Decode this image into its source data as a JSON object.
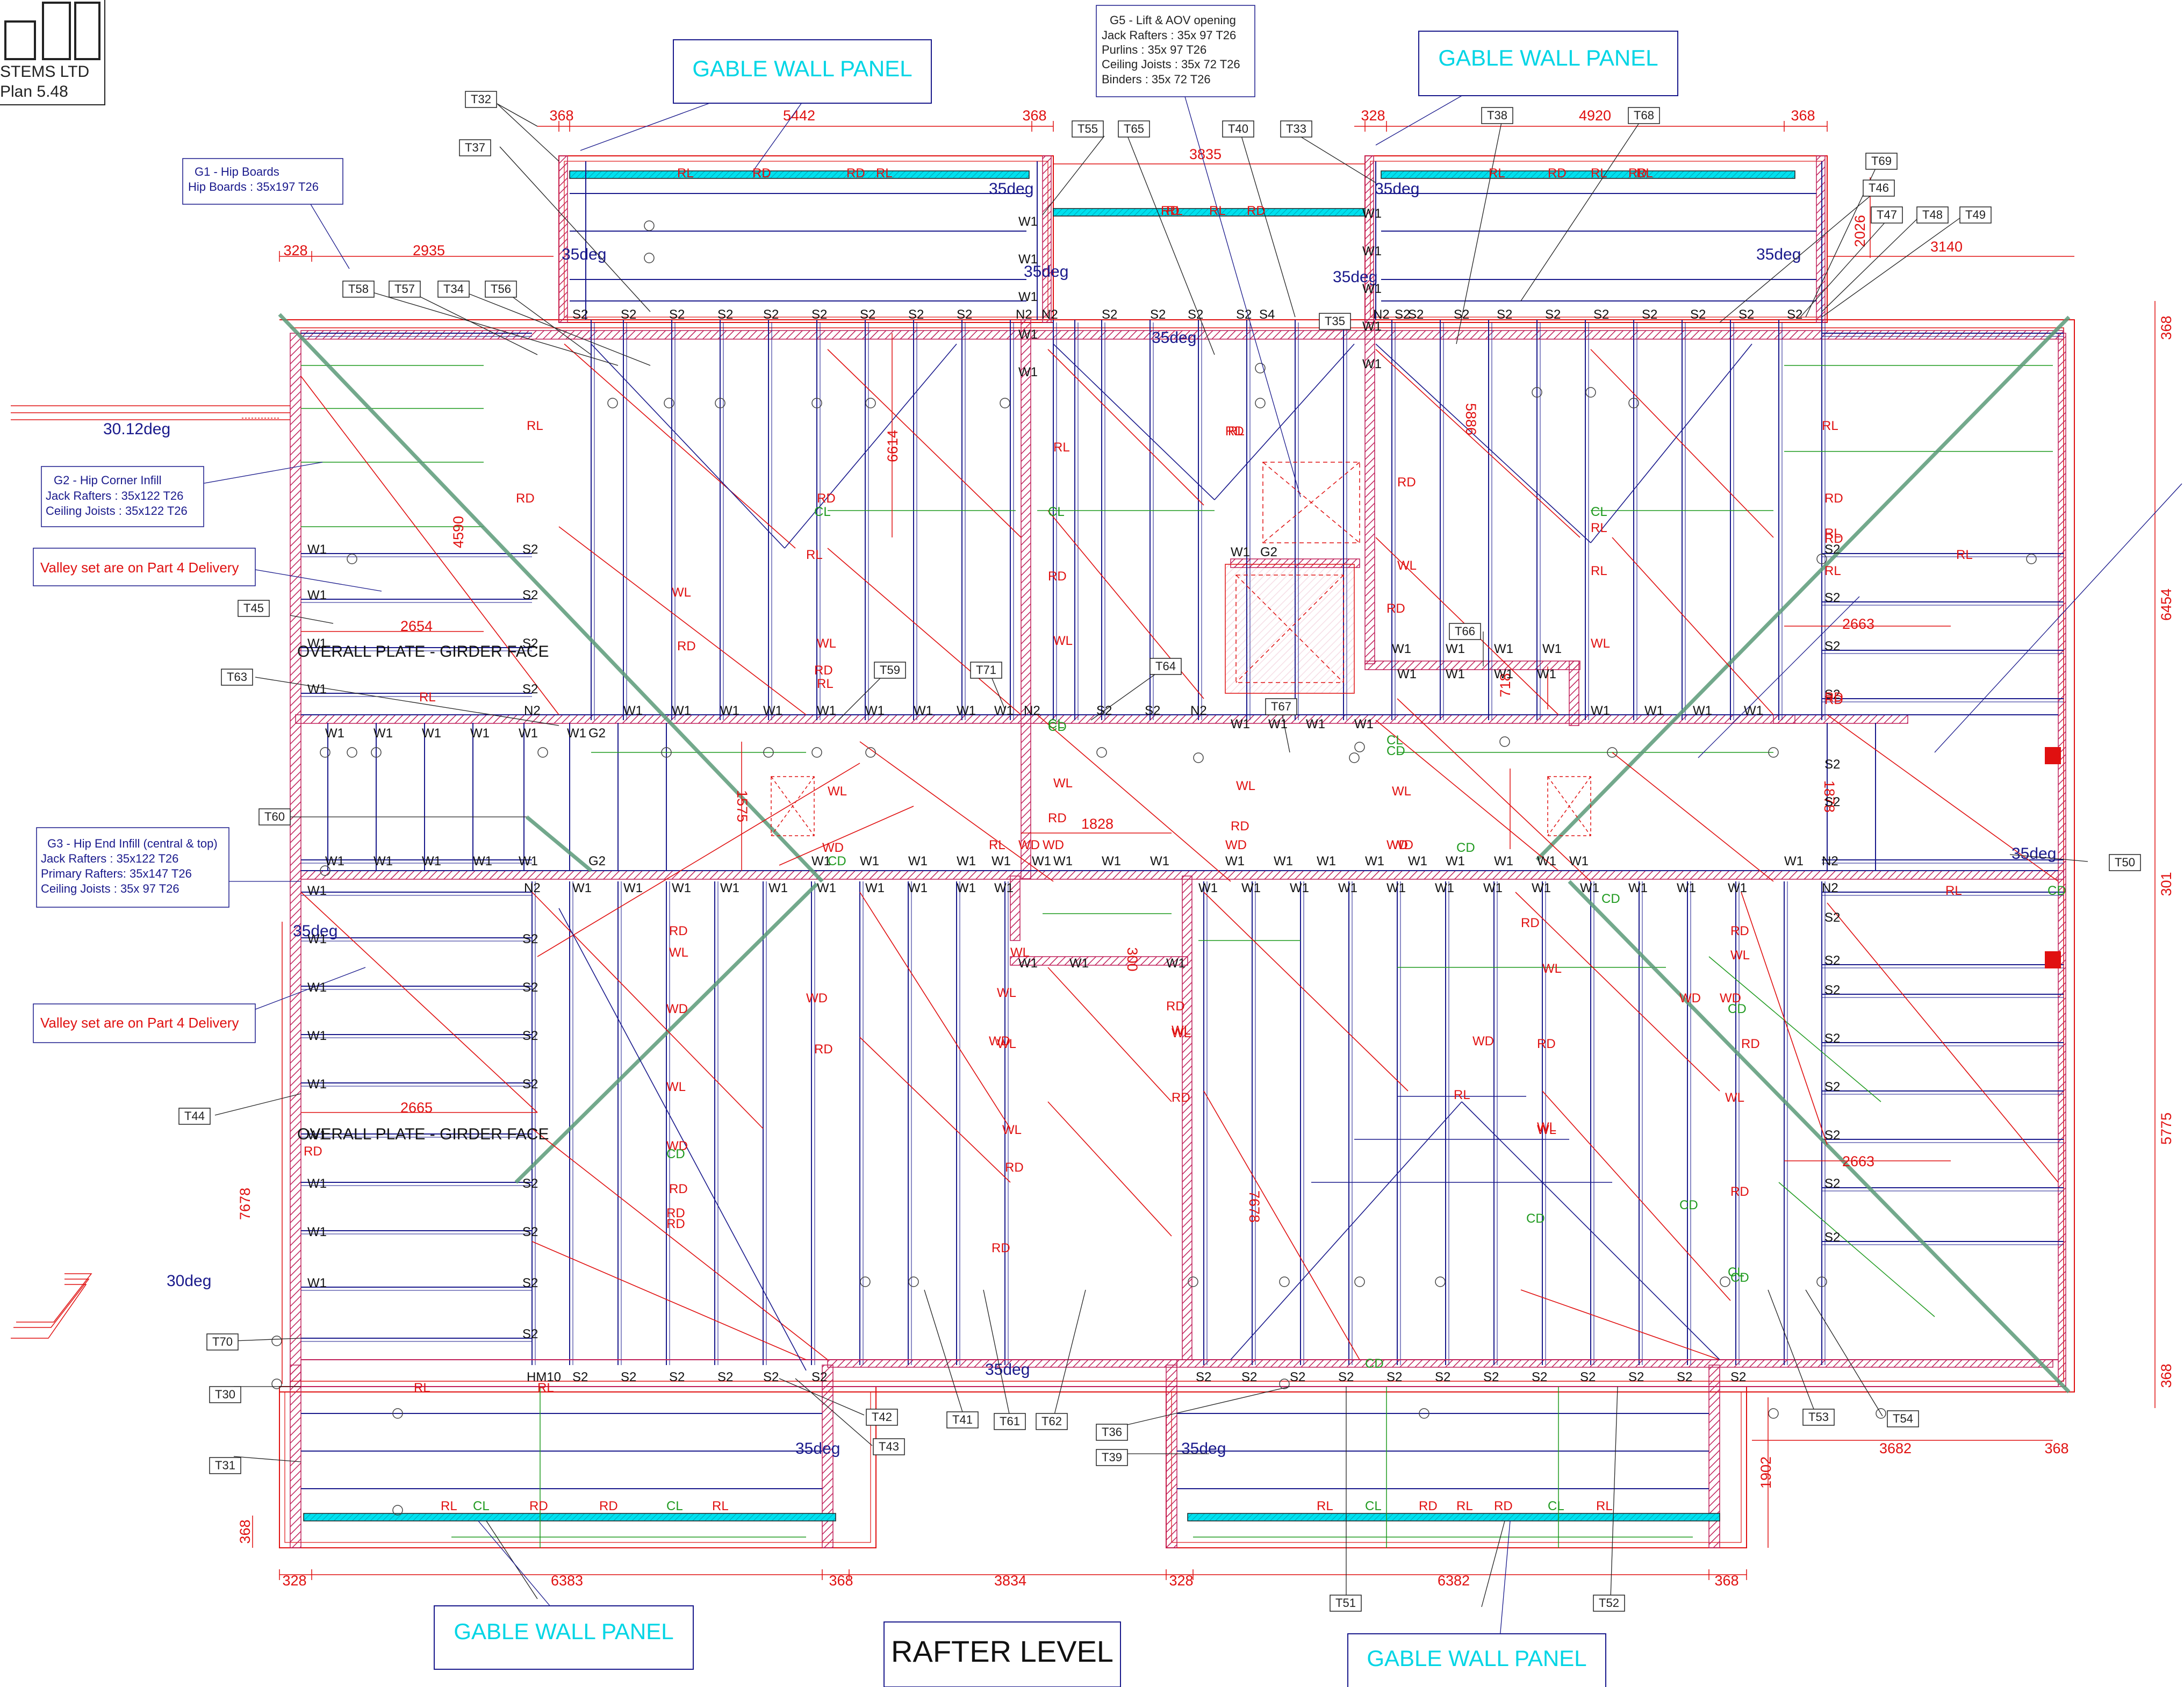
{
  "title_block": {
    "line1": "STEMS LTD",
    "line2": "Plan 5.48"
  },
  "drawing_title": "RAFTER LEVEL",
  "colors": {
    "rafter": "#1a1a8c",
    "dimension": "#e01010",
    "plate": "#e01010",
    "hip": "#5a9a78",
    "ceiling": "#1f9a1f",
    "gable": "#00e0ee",
    "tag": "#222222",
    "note_blue": "#1a1a8c",
    "wall_hatch": "#c0205a"
  },
  "gable_panels": {
    "top_left": "GABLE WALL PANEL",
    "top_right": "GABLE WALL PANEL",
    "bottom_left": "GABLE WALL PANEL",
    "bottom_right": "GABLE WALL PANEL"
  },
  "notes": {
    "g1": {
      "title": "G1 - Hip Boards",
      "line1": "Hip Boards     : 35x197 T26"
    },
    "g2": {
      "title": "G2 - Hip Corner Infill",
      "line1": "Jack Rafters   : 35x122 T26",
      "line2": "Ceiling Joists : 35x122 T26"
    },
    "g3": {
      "title": "G3 - Hip End Infill (central & top)",
      "line1": "Jack Rafters   : 35x122 T26",
      "line2": "Primary Rafters: 35x147 T26",
      "line3": "Ceiling Joists : 35x 97 T26"
    },
    "g5": {
      "title": "G5 - Lift & AOV opening",
      "line1": "Jack Rafters   : 35x 97 T26",
      "line2": "Purlins        : 35x 97 T26",
      "line3": "Ceiling Joists : 35x 72 T26",
      "line4": "Binders        : 35x 72 T26"
    },
    "valley_top": "Valley set are on Part 4 Delivery",
    "valley_bottom": "Valley set are on Part 4 Delivery"
  },
  "plate_labels": {
    "upper": "OVERALL PLATE - GIRDER FACE",
    "lower": "OVERALL PLATE - GIRDER FACE"
  },
  "pitches": {
    "p1": "35deg",
    "p2": "35deg",
    "p3": "35deg",
    "p4": "35deg",
    "p5": "35deg",
    "p6": "35deg",
    "p7": "35deg",
    "p8": "35deg",
    "p9": "35deg",
    "p10": "35deg",
    "p11": "35deg",
    "p12": "35deg",
    "p13": "30.12deg",
    "p14": "30deg"
  },
  "dimensions": {
    "top_l1": "368",
    "top_l2": "5442",
    "top_l3": "368",
    "top_c": "3835",
    "top_r1": "328",
    "top_r2": "4920",
    "top_r3": "368",
    "sec_l1": "328",
    "sec_l2": "2935",
    "sec_r": "3140",
    "v_2026": "2026",
    "v_368a": "368",
    "v_6454": "6454",
    "v_301": "301",
    "v_5775": "5775",
    "v_368b": "368",
    "v_4590": "4590",
    "v_6614": "6614",
    "v_5886": "5886",
    "v_718": "718",
    "v_1575": "1575",
    "v_1878": "1878",
    "h_2654": "2654",
    "h_2663a": "2663",
    "h_1828": "1828",
    "h_2665": "2665",
    "h_2663b": "2663",
    "v_300": "300",
    "v_7678a": "7678",
    "v_7678b": "7678",
    "v_1902": "1902",
    "h_3682": "3682",
    "h_368c": "368",
    "v_368d": "368",
    "bot_1": "328",
    "bot_2": "6383",
    "bot_3": "368",
    "bot_4": "3834",
    "bot_5": "328",
    "bot_6": "6382",
    "bot_7": "368"
  },
  "tags": {
    "T30": "T30",
    "T31": "T31",
    "T32": "T32",
    "T33": "T33",
    "T34": "T34",
    "T35": "T35",
    "T36": "T36",
    "T37": "T37",
    "T38": "T38",
    "T39": "T39",
    "T40": "T40",
    "T41": "T41",
    "T42": "T42",
    "T43": "T43",
    "T44": "T44",
    "T45": "T45",
    "T46": "T46",
    "T47": "T47",
    "T48": "T48",
    "T49": "T49",
    "T50": "T50",
    "T51": "T51",
    "T52": "T52",
    "T53": "T53",
    "T54": "T54",
    "T55": "T55",
    "T56": "T56",
    "T57": "T57",
    "T58": "T58",
    "T59": "T59",
    "T60": "T60",
    "T61": "T61",
    "T62": "T62",
    "T63": "T63",
    "T64": "T64",
    "T65": "T65",
    "T66": "T66",
    "T67": "T67",
    "T68": "T68",
    "T69": "T69",
    "T70": "T70",
    "T71": "T71"
  },
  "codes": {
    "W1": "W1",
    "S2": "S2",
    "N2": "N2",
    "G2": "G2",
    "S4": "S4",
    "HM10": "HM10",
    "RL": "RL",
    "RD": "RD",
    "WL": "WL",
    "WD": "WD",
    "CL": "CL",
    "CD": "CD"
  }
}
